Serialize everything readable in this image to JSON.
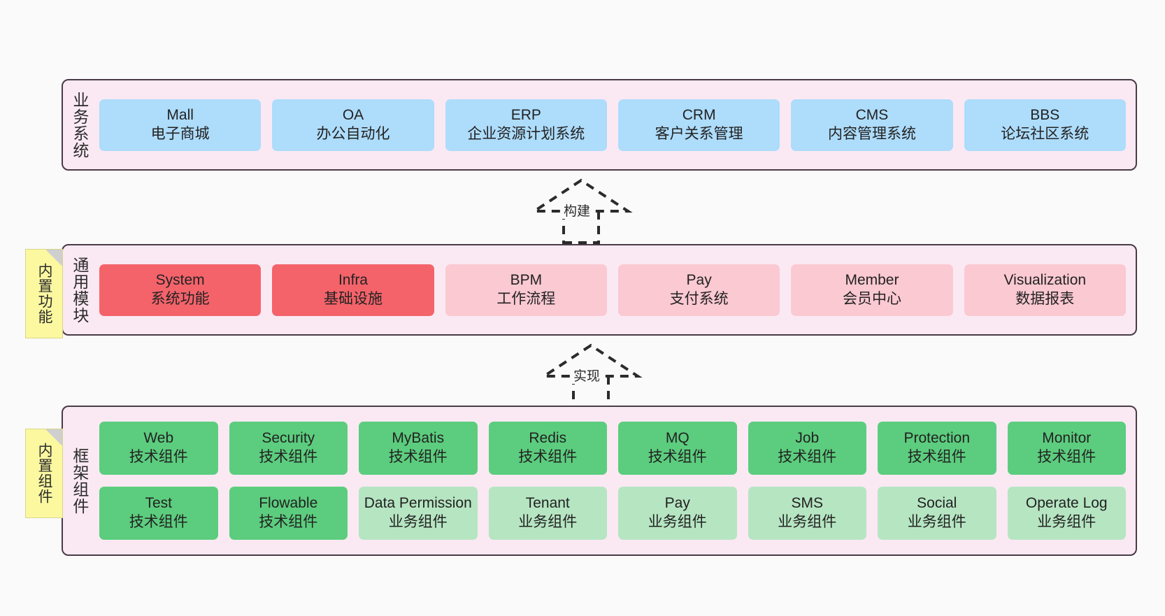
{
  "diagram": {
    "title_hidden": "",
    "colors": {
      "panel_bg": "#fae9f3",
      "panel_border": "#4a3b46",
      "business": "#aedcfb",
      "module_core": "#f4636a",
      "module_plain": "#fbc9d2",
      "tech_component": "#5ccd7e",
      "biz_component": "#b6e5c2",
      "note_bg": "#fbf8a0",
      "canvas_bg": "#fafafa"
    }
  },
  "layers": [
    {
      "id": "business-systems",
      "title": "业务系统",
      "note": null,
      "rows": [
        {
          "cells": [
            {
              "name": "mall",
              "l1": "Mall",
              "l2": "电子商城",
              "color": "c-blue"
            },
            {
              "name": "oa",
              "l1": "OA",
              "l2": "办公自动化",
              "color": "c-blue"
            },
            {
              "name": "erp",
              "l1": "ERP",
              "l2": "企业资源计划系统",
              "color": "c-blue"
            },
            {
              "name": "crm",
              "l1": "CRM",
              "l2": "客户关系管理",
              "color": "c-blue"
            },
            {
              "name": "cms",
              "l1": "CMS",
              "l2": "内容管理系统",
              "color": "c-blue"
            },
            {
              "name": "bbs",
              "l1": "BBS",
              "l2": "论坛社区系统",
              "color": "c-blue"
            }
          ]
        }
      ]
    },
    {
      "id": "common-modules",
      "title": "通用模块",
      "note": "内置功能",
      "rows": [
        {
          "cells": [
            {
              "name": "system",
              "l1": "System",
              "l2": "系统功能",
              "color": "c-red"
            },
            {
              "name": "infra",
              "l1": "Infra",
              "l2": "基础设施",
              "color": "c-red"
            },
            {
              "name": "bpm",
              "l1": "BPM",
              "l2": "工作流程",
              "color": "c-pink"
            },
            {
              "name": "pay",
              "l1": "Pay",
              "l2": "支付系统",
              "color": "c-pink"
            },
            {
              "name": "member",
              "l1": "Member",
              "l2": "会员中心",
              "color": "c-pink"
            },
            {
              "name": "visualization",
              "l1": "Visualization",
              "l2": "数据报表",
              "color": "c-pink"
            }
          ]
        }
      ]
    },
    {
      "id": "framework-components",
      "title": "框架组件",
      "note": "内置组件",
      "rows": [
        {
          "cells": [
            {
              "name": "web",
              "l1": "Web",
              "l2": "技术组件",
              "color": "c-green"
            },
            {
              "name": "security",
              "l1": "Security",
              "l2": "技术组件",
              "color": "c-green"
            },
            {
              "name": "mybatis",
              "l1": "MyBatis",
              "l2": "技术组件",
              "color": "c-green"
            },
            {
              "name": "redis",
              "l1": "Redis",
              "l2": "技术组件",
              "color": "c-green"
            },
            {
              "name": "mq",
              "l1": "MQ",
              "l2": "技术组件",
              "color": "c-green"
            },
            {
              "name": "job",
              "l1": "Job",
              "l2": "技术组件",
              "color": "c-green"
            },
            {
              "name": "protection",
              "l1": "Protection",
              "l2": "技术组件",
              "color": "c-green"
            },
            {
              "name": "monitor",
              "l1": "Monitor",
              "l2": "技术组件",
              "color": "c-green"
            }
          ]
        },
        {
          "cells": [
            {
              "name": "test",
              "l1": "Test",
              "l2": "技术组件",
              "color": "c-green"
            },
            {
              "name": "flowable",
              "l1": "Flowable",
              "l2": "技术组件",
              "color": "c-green"
            },
            {
              "name": "data-permission",
              "l1": "Data Permission",
              "l2": "业务组件",
              "color": "c-green-lt",
              "wrap": true
            },
            {
              "name": "tenant",
              "l1": "Tenant",
              "l2": "业务组件",
              "color": "c-green-lt"
            },
            {
              "name": "pay-biz",
              "l1": "Pay",
              "l2": "业务组件",
              "color": "c-green-lt"
            },
            {
              "name": "sms",
              "l1": "SMS",
              "l2": "业务组件",
              "color": "c-green-lt"
            },
            {
              "name": "social",
              "l1": "Social",
              "l2": "业务组件",
              "color": "c-green-lt"
            },
            {
              "name": "operate-log",
              "l1": "Operate Log",
              "l2": "业务组件",
              "color": "c-green-lt"
            }
          ]
        }
      ]
    }
  ],
  "connectors": [
    {
      "id": "build",
      "label": "构建",
      "from": "common-modules",
      "to": "business-systems"
    },
    {
      "id": "implement",
      "label": "实现",
      "from": "framework-components",
      "to": "common-modules"
    }
  ]
}
